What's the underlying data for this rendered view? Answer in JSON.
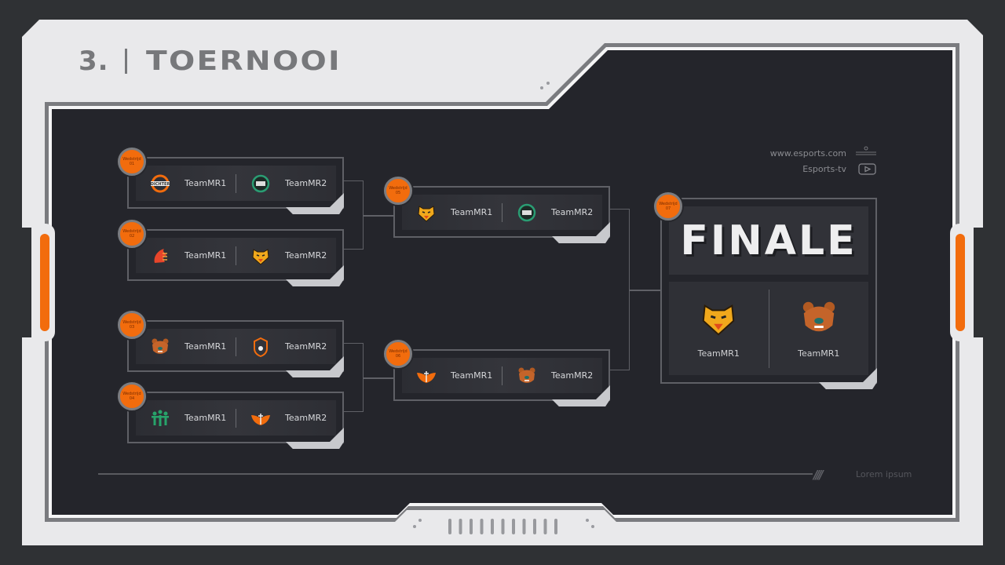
{
  "header": {
    "number": "3.",
    "title": "TOERNOOI"
  },
  "info": {
    "website": "www.esports.com",
    "channel": "Esports-tv",
    "channel_icon": "play-icon"
  },
  "colors": {
    "accent": "#f26c0d",
    "panel": "#24252b",
    "frame": "#e9e9eb"
  },
  "matches": [
    {
      "badge": "Wedstrijd 01",
      "team1": {
        "name": "TeamMR1",
        "logo": "dichter-logo"
      },
      "team2": {
        "name": "TeamMR2",
        "logo": "green-circle-logo"
      }
    },
    {
      "badge": "Wedstrijd 02",
      "team1": {
        "name": "TeamMR1",
        "logo": "flame-horse-logo"
      },
      "team2": {
        "name": "TeamMR2",
        "logo": "tiger-logo"
      }
    },
    {
      "badge": "Wedstrijd 03",
      "team1": {
        "name": "TeamMR1",
        "logo": "bear-logo"
      },
      "team2": {
        "name": "TeamMR2",
        "logo": "shield-logo"
      }
    },
    {
      "badge": "Wedstrijd 04",
      "team1": {
        "name": "TeamMR1",
        "logo": "people-logo"
      },
      "team2": {
        "name": "TeamMR2",
        "logo": "wings-logo"
      }
    },
    {
      "badge": "Wedstrijd 05",
      "team1": {
        "name": "TeamMR1",
        "logo": "tiger-logo"
      },
      "team2": {
        "name": "TeamMR2",
        "logo": "green-circle-logo"
      }
    },
    {
      "badge": "Wedstrijd 06",
      "team1": {
        "name": "TeamMR1",
        "logo": "wings-logo"
      },
      "team2": {
        "name": "TeamMR2",
        "logo": "bear-logo"
      }
    }
  ],
  "final": {
    "badge": "Wedstrijd 07",
    "title": "FINALE",
    "team1": {
      "name": "TeamMR1",
      "logo": "tiger-logo"
    },
    "team2": {
      "name": "TeamMR1",
      "logo": "bear-logo"
    }
  },
  "footer": {
    "text": "Lorem ipsum"
  }
}
